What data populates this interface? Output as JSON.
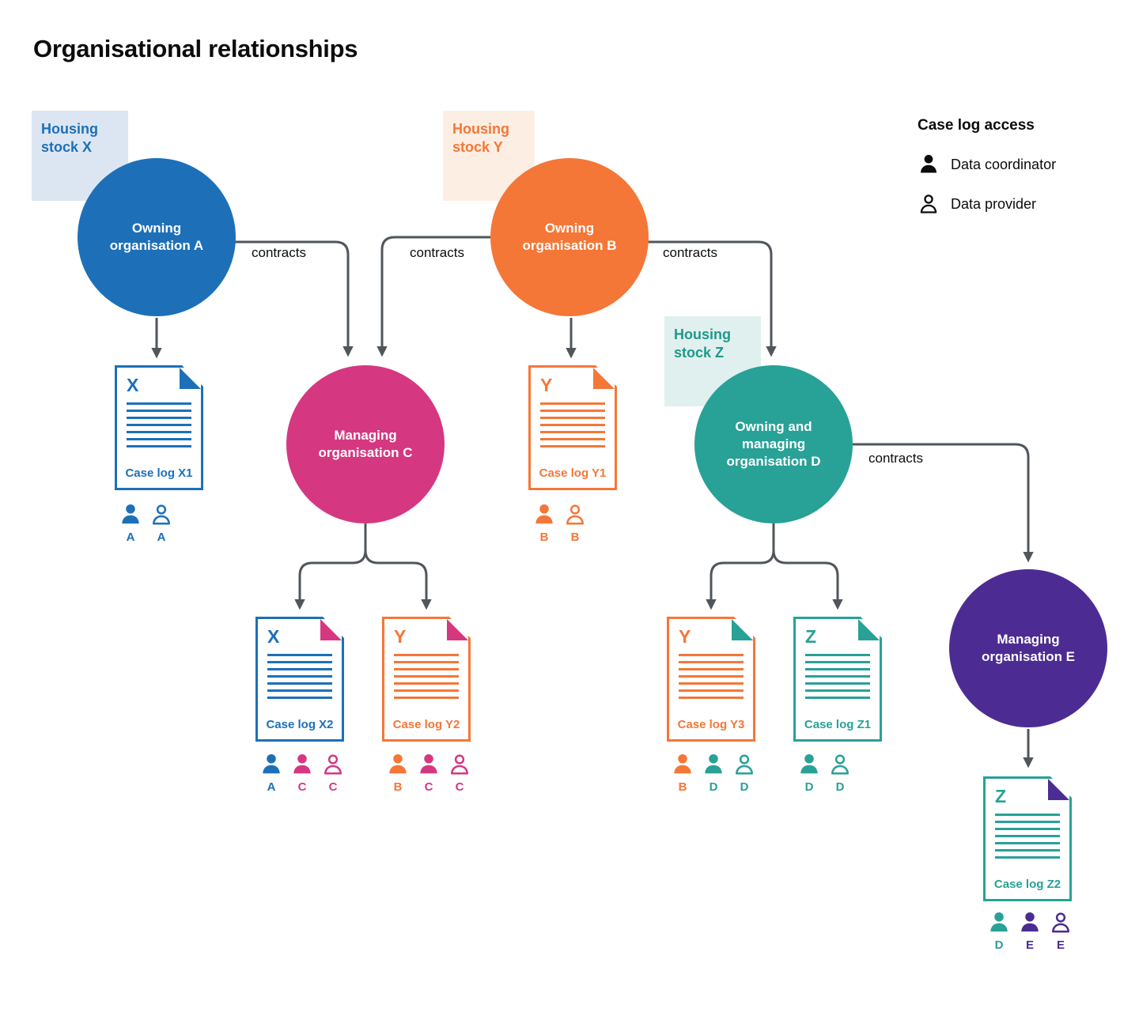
{
  "title": "Organisational relationships",
  "legend": {
    "title": "Case log access",
    "items": [
      {
        "icon": "person-filled-icon",
        "label": "Data coordinator"
      },
      {
        "icon": "person-outline-icon",
        "label": "Data provider"
      }
    ]
  },
  "housing_stocks": [
    {
      "id": "X",
      "label": "Housing stock X",
      "color": "#1d70b8",
      "tint": "#dce6f2"
    },
    {
      "id": "Y",
      "label": "Housing stock Y",
      "color": "#f47738",
      "tint": "#fdeee3"
    },
    {
      "id": "Z",
      "label": "Housing stock Z",
      "color": "#28a197",
      "tint": "#e0f0ee"
    }
  ],
  "organisations": [
    {
      "id": "A",
      "label": "Owning organisation A",
      "color": "#1d70b8"
    },
    {
      "id": "B",
      "label": "Owning organisation B",
      "color": "#f47738"
    },
    {
      "id": "C",
      "label": "Managing organisation C",
      "color": "#d53880"
    },
    {
      "id": "D",
      "label": "Owning and managing organisation D",
      "color": "#28a197"
    },
    {
      "id": "E",
      "label": "Managing organisation E",
      "color": "#4c2c92"
    }
  ],
  "contracts": [
    {
      "from": "A",
      "to": "C",
      "label": "contracts"
    },
    {
      "from": "B",
      "to": "C",
      "label": "contracts"
    },
    {
      "from": "B",
      "to": "D",
      "label": "contracts"
    },
    {
      "from": "D",
      "to": "E",
      "label": "contracts"
    }
  ],
  "case_logs": [
    {
      "id": "X1",
      "letter": "X",
      "label": "Case log X1",
      "doc_color": "#1d70b8",
      "fold_color": "#1d70b8",
      "access": [
        {
          "role": "Data coordinator",
          "org": "A",
          "color": "#1d70b8"
        },
        {
          "role": "Data provider",
          "org": "A",
          "color": "#1d70b8"
        }
      ]
    },
    {
      "id": "Y1",
      "letter": "Y",
      "label": "Case log Y1",
      "doc_color": "#f47738",
      "fold_color": "#f47738",
      "access": [
        {
          "role": "Data coordinator",
          "org": "B",
          "color": "#f47738"
        },
        {
          "role": "Data provider",
          "org": "B",
          "color": "#f47738"
        }
      ]
    },
    {
      "id": "X2",
      "letter": "X",
      "label": "Case log X2",
      "doc_color": "#1d70b8",
      "fold_color": "#d53880",
      "access": [
        {
          "role": "Data coordinator",
          "org": "A",
          "color": "#1d70b8"
        },
        {
          "role": "Data coordinator",
          "org": "C",
          "color": "#d53880"
        },
        {
          "role": "Data provider",
          "org": "C",
          "color": "#d53880"
        }
      ]
    },
    {
      "id": "Y2",
      "letter": "Y",
      "label": "Case log Y2",
      "doc_color": "#f47738",
      "fold_color": "#d53880",
      "access": [
        {
          "role": "Data coordinator",
          "org": "B",
          "color": "#f47738"
        },
        {
          "role": "Data coordinator",
          "org": "C",
          "color": "#d53880"
        },
        {
          "role": "Data provider",
          "org": "C",
          "color": "#d53880"
        }
      ]
    },
    {
      "id": "Y3",
      "letter": "Y",
      "label": "Case log Y3",
      "doc_color": "#f47738",
      "fold_color": "#28a197",
      "access": [
        {
          "role": "Data coordinator",
          "org": "B",
          "color": "#f47738"
        },
        {
          "role": "Data coordinator",
          "org": "D",
          "color": "#28a197"
        },
        {
          "role": "Data provider",
          "org": "D",
          "color": "#28a197"
        }
      ]
    },
    {
      "id": "Z1",
      "letter": "Z",
      "label": "Case log Z1",
      "doc_color": "#28a197",
      "fold_color": "#28a197",
      "access": [
        {
          "role": "Data coordinator",
          "org": "D",
          "color": "#28a197"
        },
        {
          "role": "Data provider",
          "org": "D",
          "color": "#28a197"
        }
      ]
    },
    {
      "id": "Z2",
      "letter": "Z",
      "label": "Case log Z2",
      "doc_color": "#28a197",
      "fold_color": "#4c2c92",
      "access": [
        {
          "role": "Data coordinator",
          "org": "D",
          "color": "#28a197"
        },
        {
          "role": "Data coordinator",
          "org": "E",
          "color": "#4c2c92"
        },
        {
          "role": "Data provider",
          "org": "E",
          "color": "#4c2c92"
        }
      ]
    }
  ],
  "colors": {
    "blue": "#1d70b8",
    "orange": "#f47738",
    "pink": "#d53880",
    "teal": "#28a197",
    "purple": "#4c2c92",
    "connector": "#50565b",
    "text": "#0b0c0c"
  }
}
